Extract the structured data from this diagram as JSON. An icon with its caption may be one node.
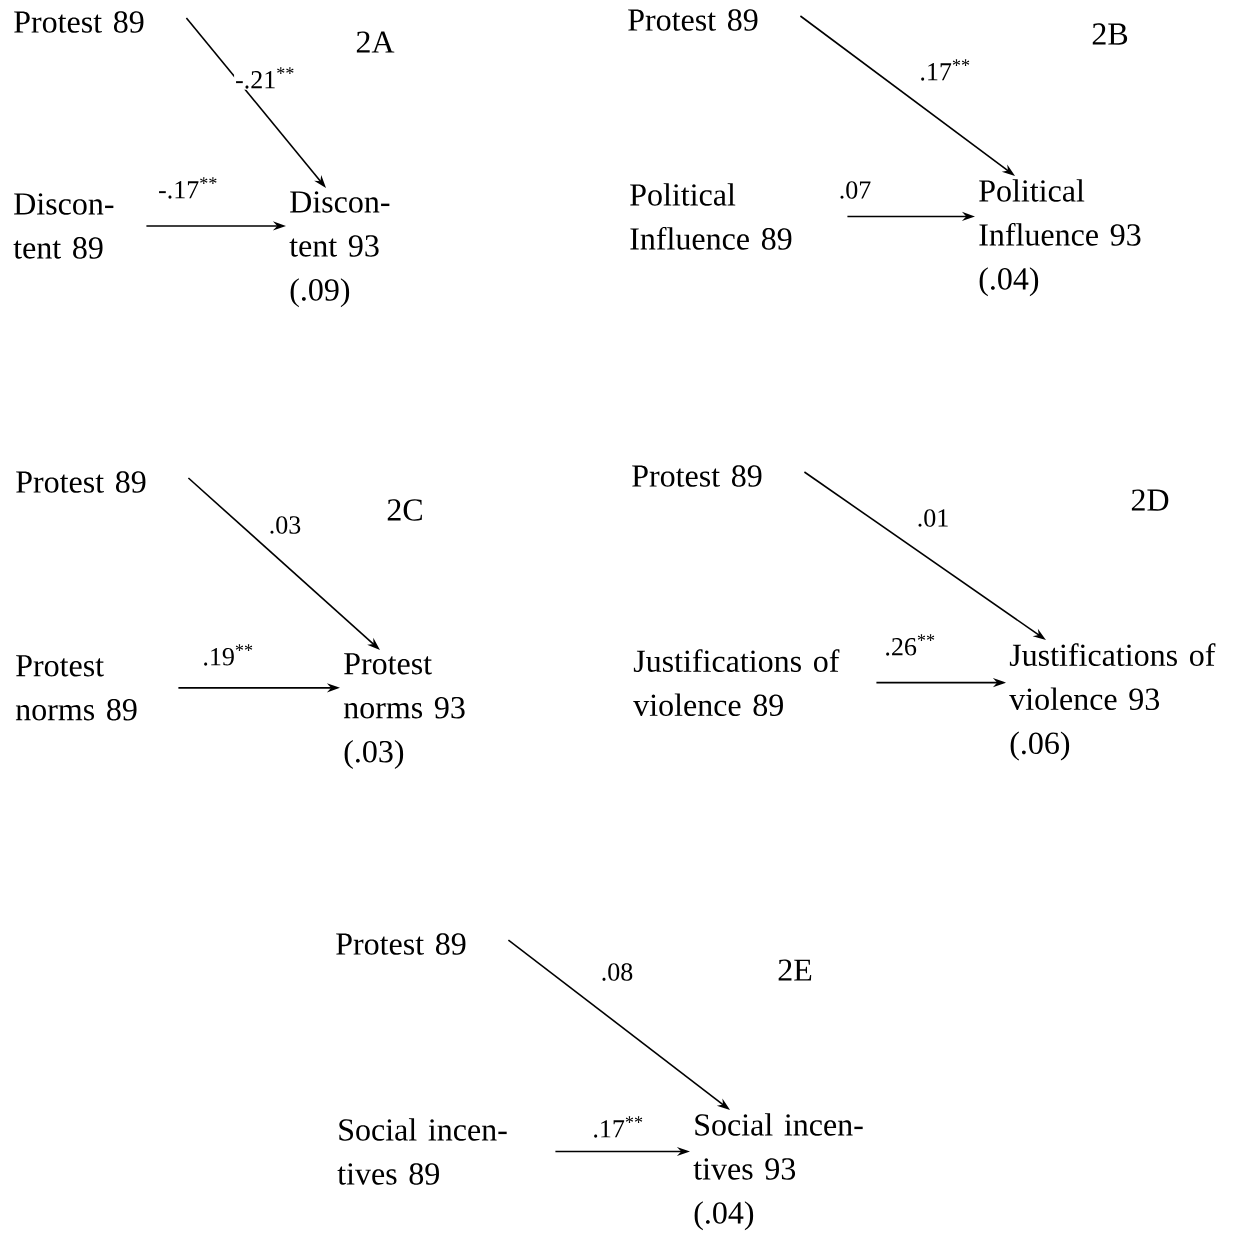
{
  "diagram": {
    "nodes": [
      {
        "text": [
          "Protest 89"
        ]
      },
      {
        "text": [
          "Discon- tent 89"
        ]
      },
      {
        "text": [
          "Discon- tent 93",
          "(.09)"
        ]
      },
      {
        "text": [
          "Protest 89"
        ]
      },
      {
        "text": [
          "Political Influence 89"
        ]
      },
      {
        "text": [
          "Political Influence 93",
          "(.04)"
        ]
      },
      {
        "text": [
          "Protest 89"
        ]
      },
      {
        "text": [
          "Protest norms 89"
        ]
      },
      {
        "text": [
          "Protest norms 93",
          "(.03)"
        ]
      },
      {
        "text": [
          "Protest 89"
        ]
      },
      {
        "text": [
          "Justifications of violence 89"
        ]
      },
      {
        "text": [
          "Justifications of violence 93",
          "(.06)"
        ]
      },
      {
        "text": [
          "Protest 89"
        ]
      },
      {
        "text": [
          "Social incen- tives 89"
        ]
      },
      {
        "text": [
          "Social incen- tives 93",
          "(.04)"
        ]
      }
    ],
    "edges": [
      {
        "from": 0,
        "to": 2,
        "arrow": "to",
        "label": "-.21$^{**}$"
      },
      {
        "from": 1,
        "to": 2,
        "arrow": "to",
        "label": "-.17$^{**}$"
      },
      {
        "from": 3,
        "to": 5,
        "arrow": "to",
        "label": ".17$^{**}$"
      },
      {
        "from": 4,
        "to": 5,
        "arrow": "to",
        "label": ".07"
      },
      {
        "from": 6,
        "to": 8,
        "arrow": "to",
        "label": ".03"
      },
      {
        "from": 7,
        "to": 8,
        "arrow": "to",
        "label": ".19$^{**}$"
      },
      {
        "from": 9,
        "to": 11,
        "arrow": "to",
        "label": ".01"
      },
      {
        "from": 10,
        "to": 11,
        "arrow": "to",
        "label": ".26$^{**}$"
      },
      {
        "from": 12,
        "to": 14,
        "arrow": "to",
        "label": ".08"
      },
      {
        "from": 13,
        "to": 14,
        "arrow": "to",
        "label": ".17$^{**}$"
      }
    ],
    "labels": [
      "2A",
      "2B",
      "2C",
      "2D",
      "2E"
    ]
  }
}
